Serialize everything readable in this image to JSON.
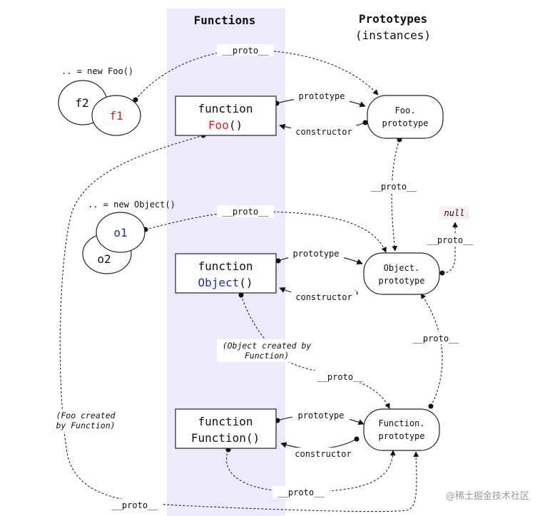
{
  "headers": {
    "functions": "Functions",
    "prototypes_line1": "Prototypes",
    "prototypes_line2": "(instances)"
  },
  "constructors": {
    "foo": {
      "keyword": "function",
      "name": "Foo",
      "suffix": "()"
    },
    "object": {
      "keyword": "function",
      "name": "Object",
      "suffix": "()"
    },
    "function": {
      "keyword": "function",
      "name": "Function()"
    }
  },
  "prototypes": {
    "foo": {
      "line1": "Foo.",
      "line2": "prototype"
    },
    "object": {
      "line1": "Object.",
      "line2": "prototype"
    },
    "function": {
      "line1": "Function.",
      "line2": "prototype"
    }
  },
  "instances": {
    "foo_new": ".. = new Foo()",
    "f1": "f1",
    "f2": "f2",
    "object_new": ".. = new Object()",
    "o1": "o1",
    "o2": "o2"
  },
  "edges": {
    "proto": "__proto__",
    "prototype": "prototype",
    "constructor": "constructor",
    "null": "null"
  },
  "notes": {
    "object_created_line1": "(Object created by",
    "object_created_line2": "Function)",
    "foo_created_line1": "(Foo created",
    "foo_created_line2": "by Function)"
  },
  "watermark": "@稀土掘金技术社区",
  "colors": {
    "column_band": "#ebebfb",
    "foo_name": "#e02020",
    "object_name": "#1c2fb0",
    "null_label_bg": "#faeeee"
  }
}
